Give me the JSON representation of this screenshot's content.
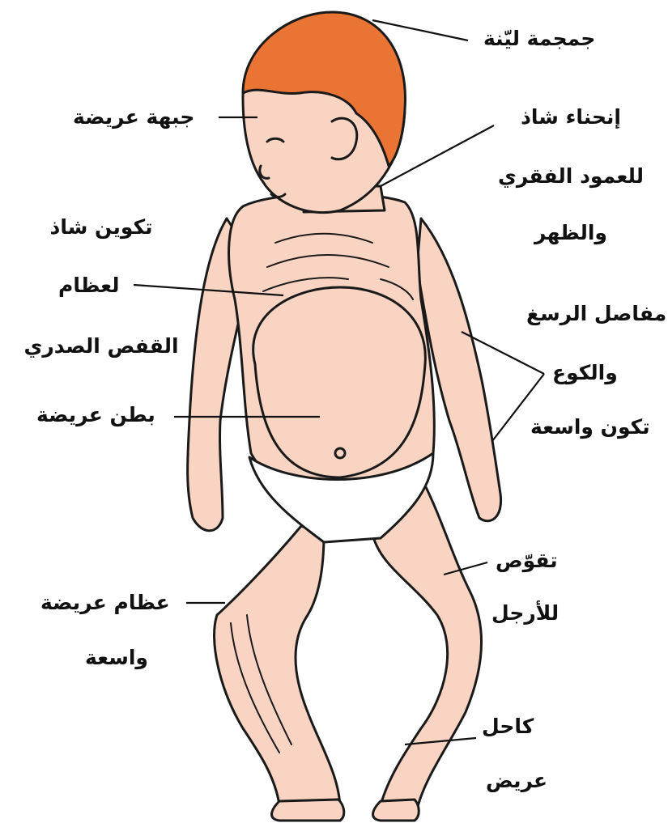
{
  "colors": {
    "skin": "#f9d4c2",
    "skin_shade": "#efb9a1",
    "hair": "#e97434",
    "outline": "#1a1a1a",
    "diaper": "#ffffff"
  },
  "labels": {
    "soft_skull": "جمجمة ليّنة",
    "wide_forehead": "جبهة عريضة",
    "spine_curvature": [
      "إنحناء شاذ",
      "للعمود الفقري",
      "والظهر"
    ],
    "rib_cage": [
      "تكوين شاذ",
      "لعظام",
      "القفص الصدري"
    ],
    "wrist_joints": [
      "مفاصل الرسغ",
      "والكوع",
      "تكون واسعة"
    ],
    "wide_belly": "بطن عريضة",
    "bowed_legs": [
      "تقوّص",
      "للأرجل"
    ],
    "wide_bones": [
      "عظام عريضة",
      "واسعة"
    ],
    "wide_ankle": [
      "كاحل",
      "عريض"
    ]
  }
}
